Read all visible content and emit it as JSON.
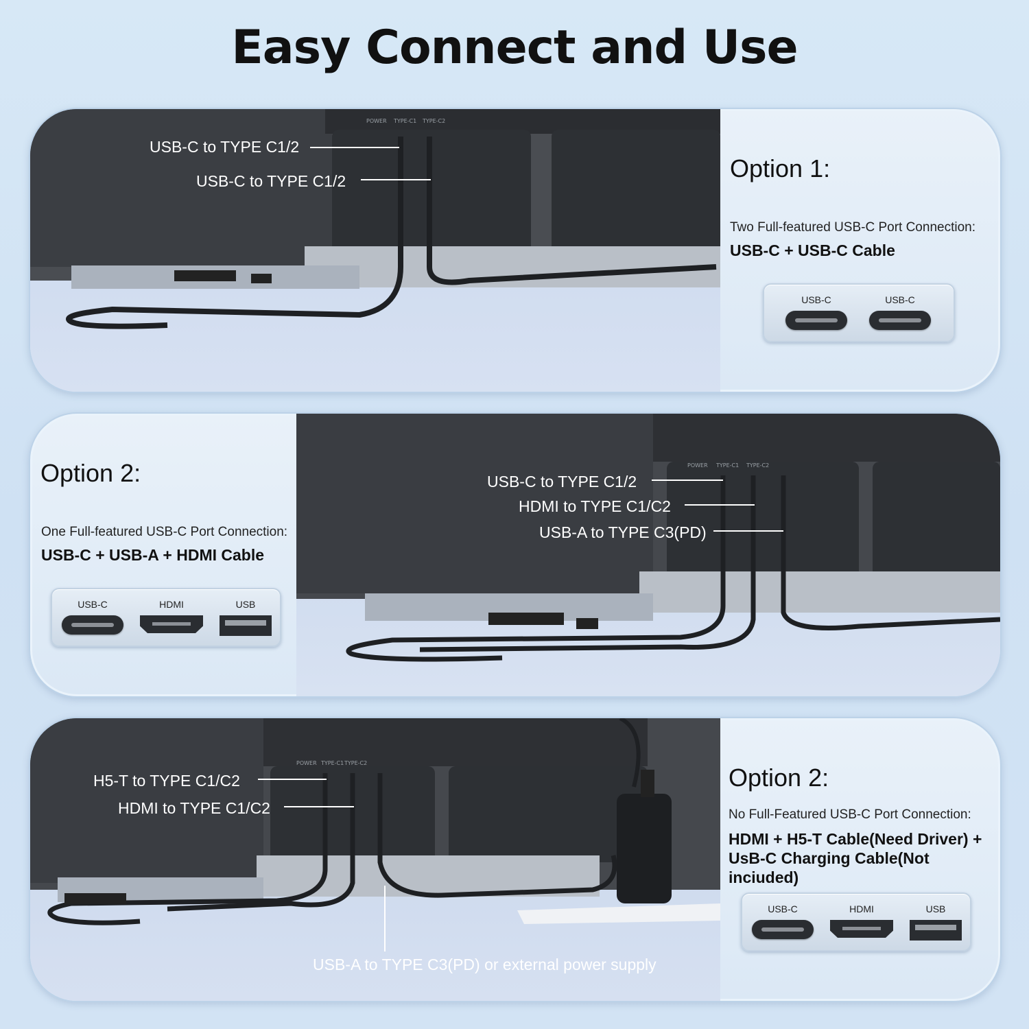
{
  "title": "Easy Connect and Use",
  "option1": {
    "heading": "Option 1:",
    "subtitle": "Two Full-featured USB-C Port Connection:",
    "cable": "USB-C + USB-C Cable",
    "callouts": [
      "USB-C to TYPE C1/2",
      "USB-C to TYPE C1/2"
    ],
    "ports": [
      "USB-C",
      "USB-C"
    ]
  },
  "option2": {
    "heading": "Option 2:",
    "subtitle": "One Full-featured USB-C Port Connection:",
    "cable": "USB-C + USB-A + HDMI Cable",
    "callouts": [
      "USB-C to TYPE C1/2",
      "HDMI to TYPE C1/C2",
      "USB-A to TYPE C3(PD)"
    ],
    "ports": [
      "USB-C",
      "HDMI",
      "USB"
    ]
  },
  "option3": {
    "heading": "Option 2:",
    "subtitle": "No Full-Featured USB-C Port Connection:",
    "cable_line1": "HDMI + H5-T Cable(Need Driver) +",
    "cable_line2": "UsB-C Charging Cable(Not inciuded)",
    "callouts": [
      "H5-T to TYPE C1/C2",
      "HDMI to TYPE C1/C2",
      "USB-A to TYPE C3(PD) or external power supply"
    ],
    "ports": [
      "USB-C",
      "HDMI",
      "USB"
    ]
  },
  "device_labels": [
    "POWER",
    "TYPE-C1",
    "TYPE-C2"
  ]
}
